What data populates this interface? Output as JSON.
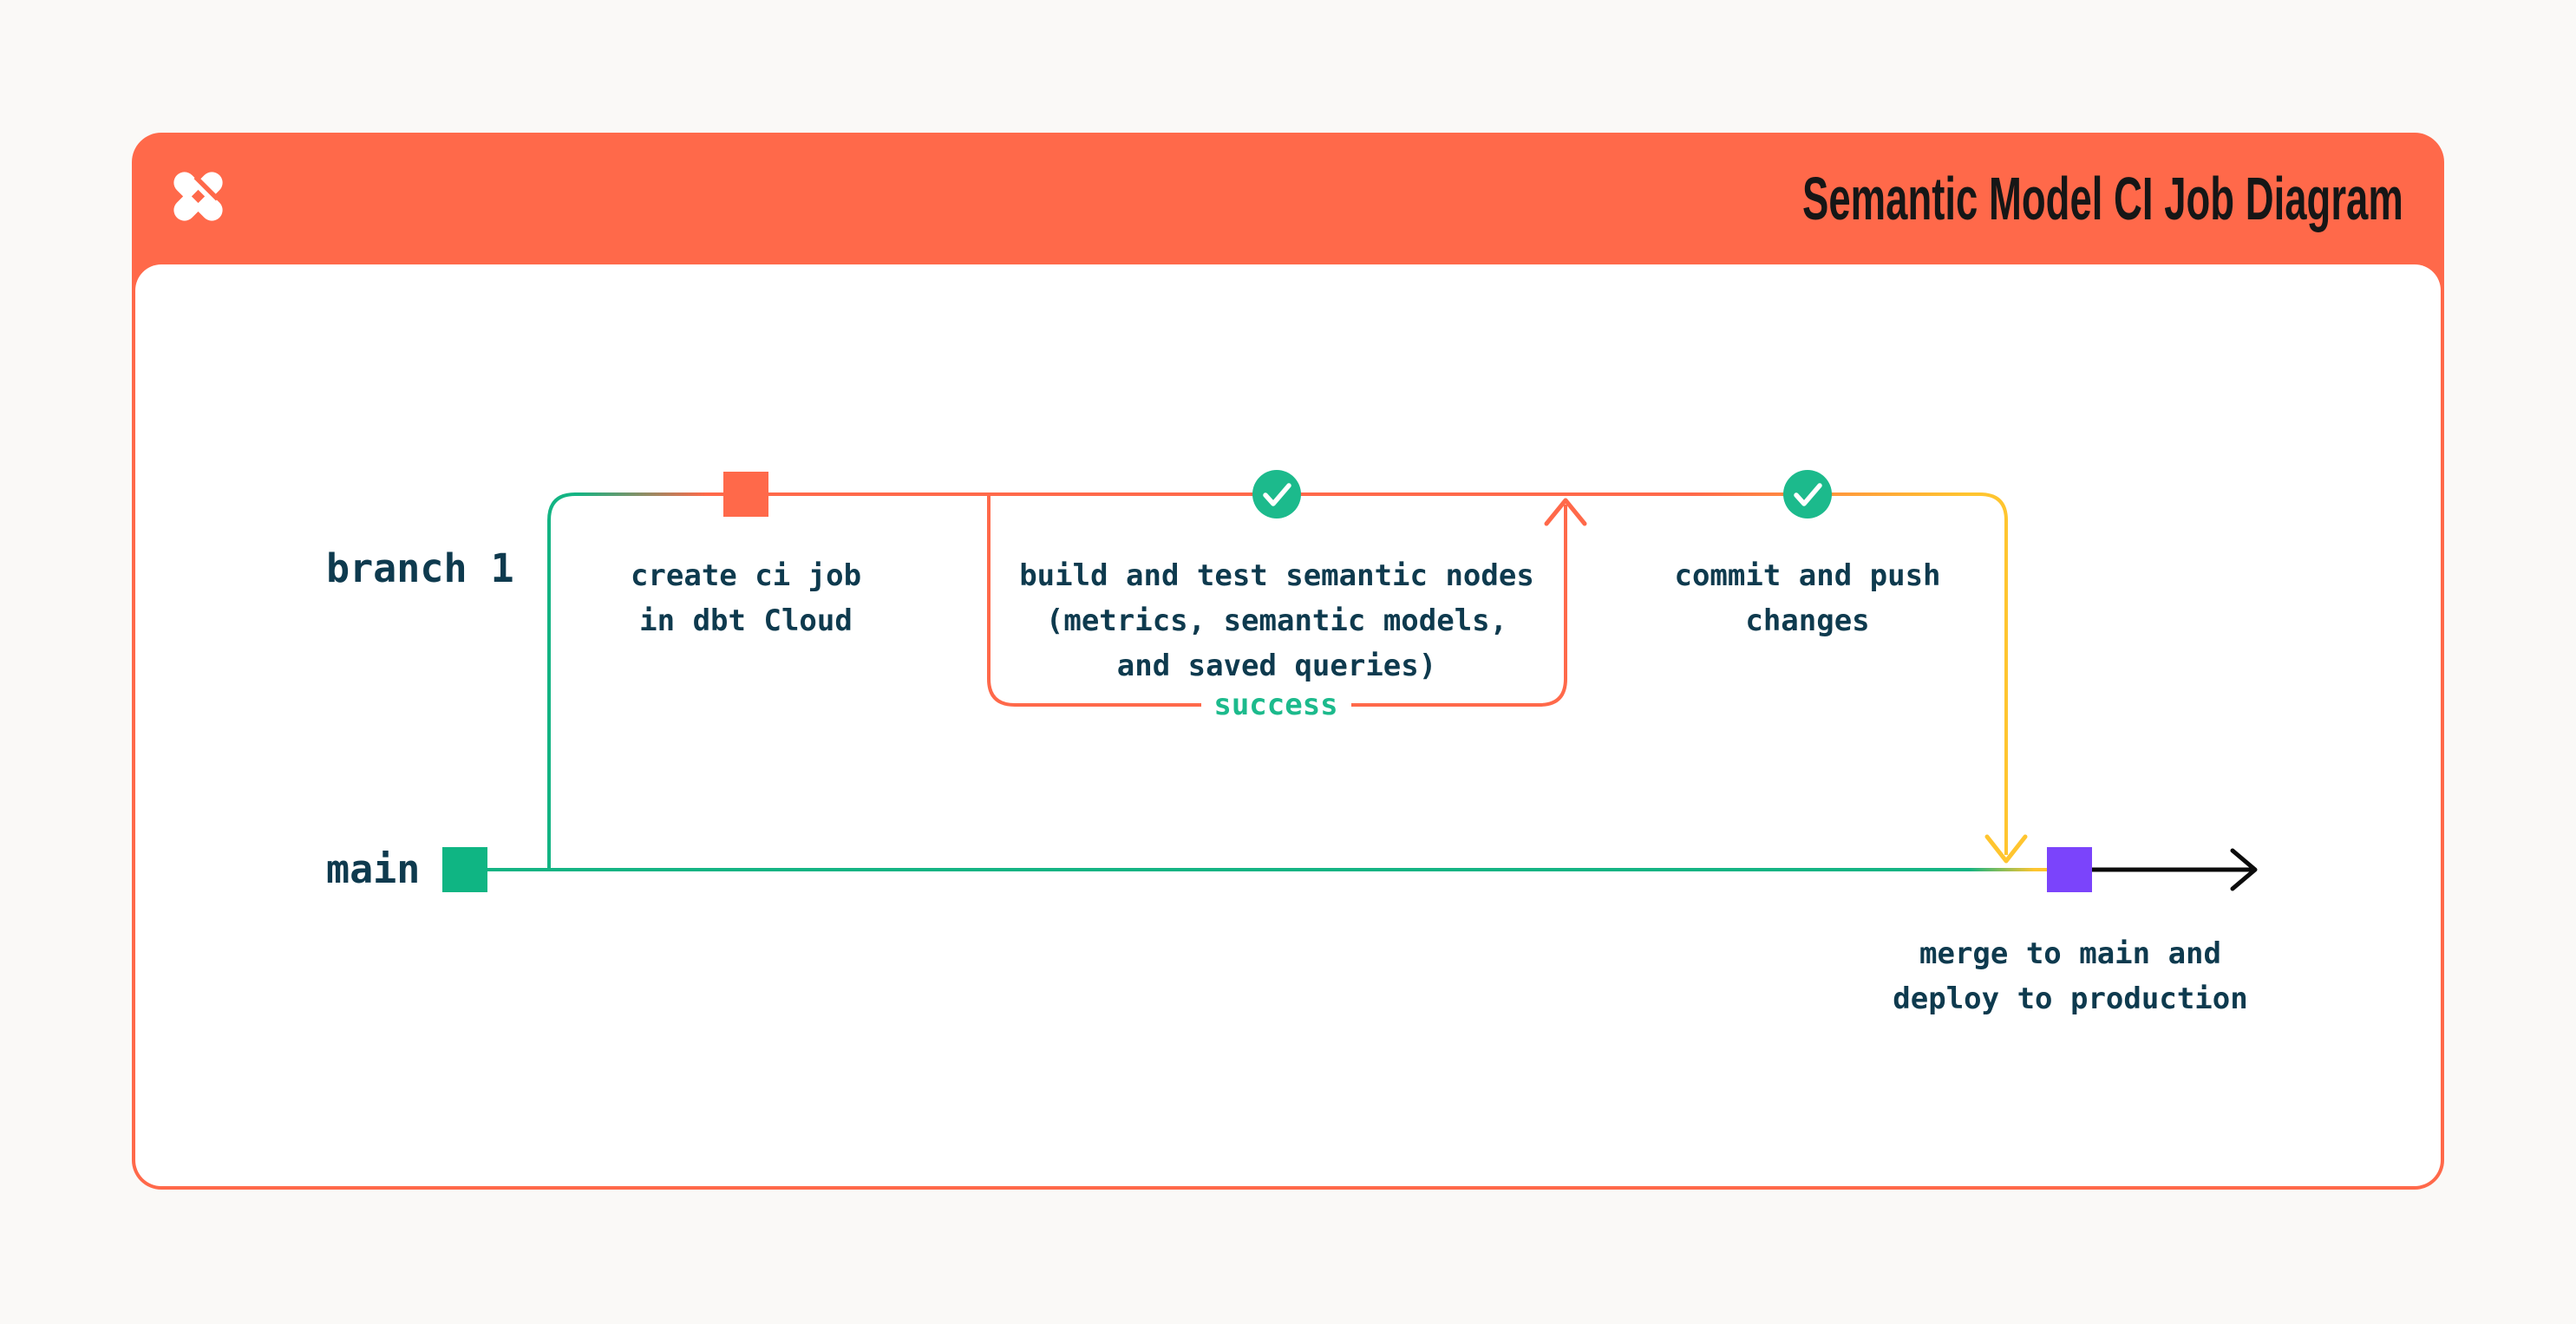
{
  "header": {
    "title": "Semantic Model CI Job Diagram",
    "logo": "dbt-logo",
    "background_color": "#FF694A",
    "title_color": "#161616"
  },
  "lanes": {
    "branch1_label": "branch 1",
    "main_label": "main"
  },
  "nodes": {
    "create_ci_job": "create ci job\nin dbt Cloud",
    "build_and_test": "build and test semantic nodes\n(metrics, semantic models,\nand saved queries)",
    "commit_and_push": "commit and push\nchanges",
    "merge_to_main": "merge to main and\ndeploy to production",
    "success_label": "success"
  },
  "icons": {
    "check_circle_1": "check-circle",
    "check_circle_2": "check-circle",
    "commit_square_branch": "orange-commit-square",
    "commit_square_main_start": "green-commit-square",
    "commit_square_merge": "purple-commit-square"
  },
  "colors": {
    "orange": "#FF694A",
    "green_line": "#13B483",
    "green_square": "#0FB583",
    "check_green": "#1CBA8C",
    "yellow": "#FFC52F",
    "purple": "#7B44FB",
    "text_dark": "#0E3A4E",
    "black_arrow": "#0B0B0B",
    "card_background": "#FFFFFF"
  }
}
